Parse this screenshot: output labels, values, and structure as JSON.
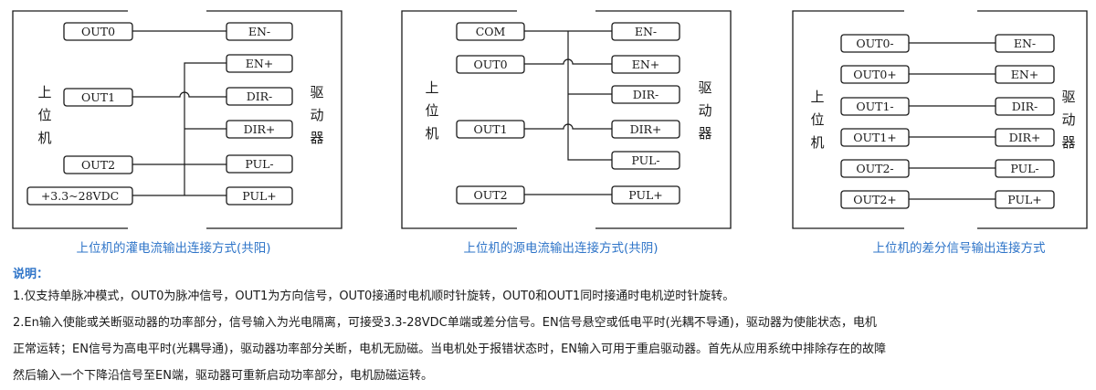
{
  "diagrams": [
    {
      "id": "sink",
      "controller_label": [
        "上",
        "位",
        "机"
      ],
      "driver_label": [
        "驱",
        "动",
        "器"
      ],
      "controller_ports": [
        "OUT0",
        "OUT1",
        "OUT2",
        "+3.3~28VDC"
      ],
      "driver_ports": [
        "EN-",
        "EN+",
        "DIR-",
        "DIR+",
        "PUL-",
        "PUL+"
      ],
      "caption": "上位机的灌电流输出连接方式(共阳)"
    },
    {
      "id": "source",
      "controller_label": [
        "上",
        "位",
        "机"
      ],
      "driver_label": [
        "驱",
        "动",
        "器"
      ],
      "controller_ports": [
        "COM",
        "OUT0",
        "OUT1",
        "OUT2"
      ],
      "driver_ports": [
        "EN-",
        "EN+",
        "DIR-",
        "DIR+",
        "PUL-",
        "PUL+"
      ],
      "caption": "上位机的源电流输出连接方式(共阴)"
    },
    {
      "id": "differential",
      "controller_label": [
        "上",
        "位",
        "机"
      ],
      "driver_label": [
        "驱",
        "动",
        "器"
      ],
      "controller_ports": [
        "OUT0-",
        "OUT0+",
        "OUT1-",
        "OUT1+",
        "OUT2-",
        "OUT2+"
      ],
      "driver_ports": [
        "EN-",
        "EN+",
        "DIR-",
        "DIR+",
        "PUL-",
        "PUL+"
      ],
      "caption": "上位机的差分信号输出连接方式"
    }
  ],
  "notes": {
    "title": "说明：",
    "lines": [
      "1.仅支持单脉冲模式，OUT0为脉冲信号，OUT1为方向信号，OUT0接通时电机顺时针旋转，OUT0和OUT1同时接通时电机逆时针旋转。",
      "2.En输入使能或关断驱动器的功率部分，信号输入为光电隔离，可接受3.3-28VDC单端或差分信号。EN信号悬空或低电平时(光耦不导通)，驱动器为使能状态，电机",
      "正常运转；EN信号为高电平时(光耦导通)，驱动器功率部分关断，电机无励磁。当电机处于报错状态时，EN输入可用于重启驱动器。首先从应用系统中排除存在的故障",
      "然后输入一个下降沿信号至EN端，驱动器可重新启动功率部分，电机励磁运转。"
    ]
  }
}
